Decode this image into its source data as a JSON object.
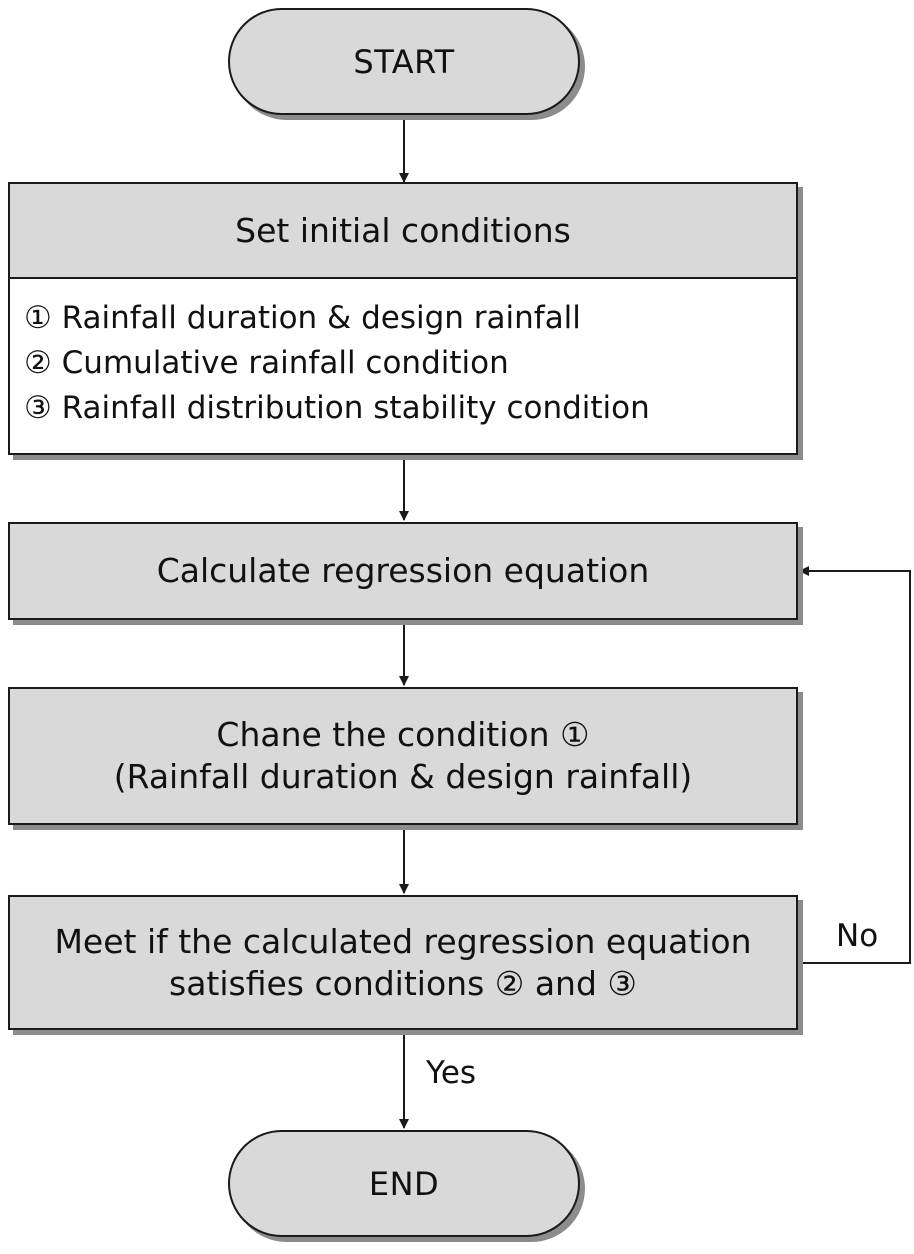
{
  "flowchart": {
    "start_label": "START",
    "end_label": "END",
    "step_set_conditions": {
      "title": "Set initial conditions",
      "items": [
        "① Rainfall duration & design rainfall",
        "② Cumulative rainfall condition",
        "③ Rainfall distribution stability condition"
      ]
    },
    "step_regression": "Calculate regression equation",
    "step_change": {
      "line1": "Chane the condition ①",
      "line2": "(Rainfall duration & design rainfall)"
    },
    "decision": {
      "line1": "Meet if the calculated regression equation",
      "line2": "satisfies conditions ② and ③"
    },
    "yes_label": "Yes",
    "no_label": "No"
  },
  "colors": {
    "box_fill": "#d9d9d9",
    "border": "#1a1a1a",
    "shadow": "#8c8c8c",
    "background": "#ffffff"
  }
}
